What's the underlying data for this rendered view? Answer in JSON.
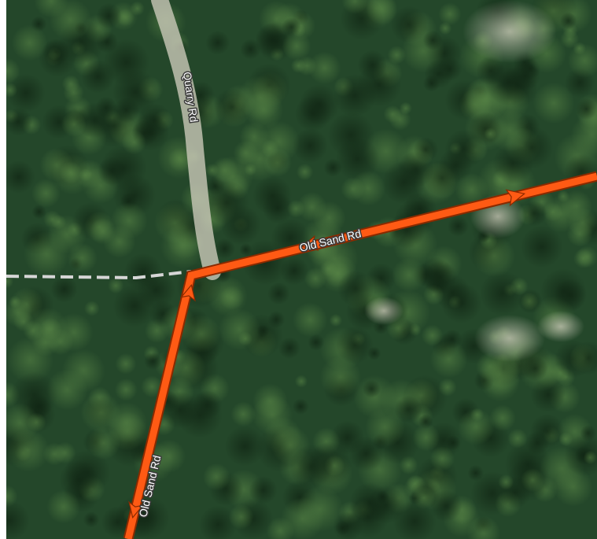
{
  "map": {
    "roads": [
      {
        "name": "Quarry Rd",
        "style": "unpaved-track",
        "highlighted": false
      },
      {
        "name": "Old Sand Rd",
        "style": "route",
        "highlighted": true
      },
      {
        "name": "Old Sand Rd",
        "style": "route",
        "highlighted": true
      }
    ],
    "path_style": "dashed-trail",
    "colors": {
      "route": "#ff5a14",
      "route_outline": "#8a2a00",
      "dashed_path": "#cfcfcf",
      "forest_dark": "#1c3a1e",
      "forest_mid": "#2f5a2c",
      "forest_light": "#4a7a3e",
      "clearing": "#c9c8b8"
    },
    "icons": [
      "direction-arrow-icon"
    ]
  }
}
